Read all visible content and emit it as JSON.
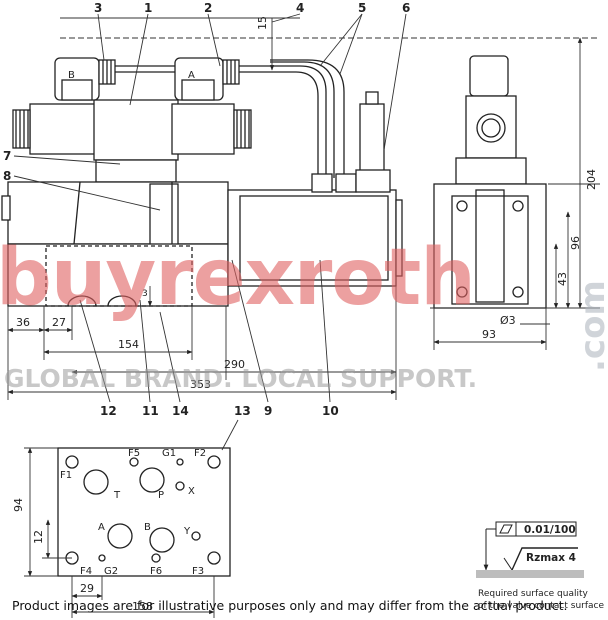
{
  "callouts": [
    "1",
    "2",
    "3",
    "4",
    "5",
    "6",
    "7",
    "8",
    "9",
    "10",
    "11",
    "12",
    "13",
    "14"
  ],
  "dimensions": {
    "d15": "15",
    "d204": "204",
    "d96": "96",
    "d43": "43",
    "d36": "36",
    "d27": "27",
    "d3": "3",
    "d154": "154",
    "d290": "290",
    "d353": "353",
    "d93": "93",
    "dphi3": "Ø3",
    "d94": "94",
    "d12": "12",
    "d29": "29",
    "d158": "158"
  },
  "connector_labels": {
    "b": "B",
    "a": "A"
  },
  "ports": {
    "F5": "F5",
    "G1": "G1",
    "F2": "F2",
    "F1": "F1",
    "T": "T",
    "P": "P",
    "X": "X",
    "A": "A",
    "B": "B",
    "Y": "Y",
    "F4": "F4",
    "G2": "G2",
    "F6": "F6",
    "F3": "F3"
  },
  "surface": {
    "tolerance": "0.01/100",
    "roughness": "Rzmax 4",
    "note_line1": "Required surface quality",
    "note_line2": "of the valve contact surface"
  },
  "watermark": {
    "brand": "buyrexroth",
    "dotcom": ".com",
    "tagline": "GLOBAL BRAND. LOCAL SUPPORT."
  },
  "disclaimer": "Product images are for illustrative purposes only and may differ from the actual product."
}
